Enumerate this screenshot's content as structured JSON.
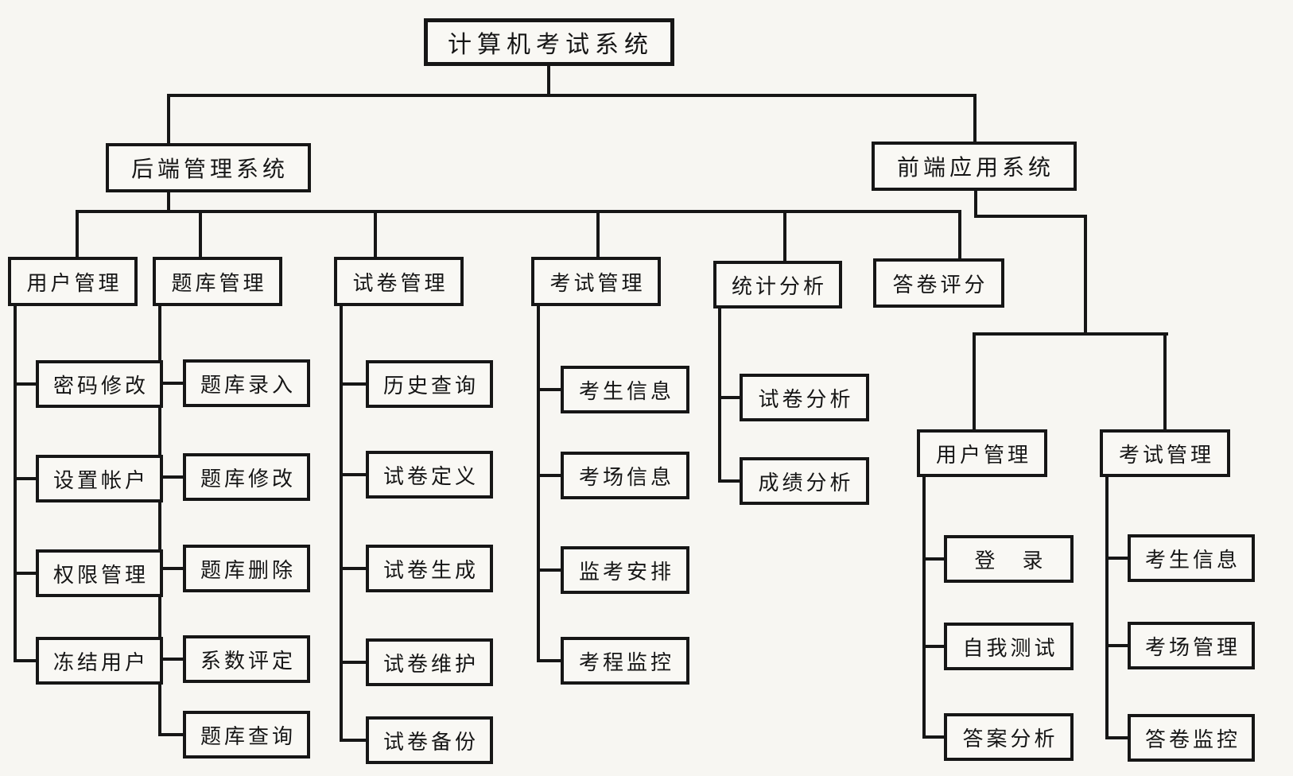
{
  "diagram_title": "计算机考试系统",
  "colors": {
    "line": "#161616",
    "text": "#161616",
    "background": "#f7f6f2",
    "box_fill": "#f9f8f4"
  },
  "tree": {
    "root": {
      "label": "计算机考试系统"
    },
    "backend": {
      "label": "后端管理系统",
      "children": [
        {
          "label": "用户管理",
          "children": [
            {
              "label": "密码修改"
            },
            {
              "label": "设置帐户"
            },
            {
              "label": "权限管理"
            },
            {
              "label": "冻结用户"
            }
          ]
        },
        {
          "label": "题库管理",
          "children": [
            {
              "label": "题库录入"
            },
            {
              "label": "题库修改"
            },
            {
              "label": "题库删除"
            },
            {
              "label": "系数评定"
            },
            {
              "label": "题库查询"
            }
          ]
        },
        {
          "label": "试卷管理",
          "children": [
            {
              "label": "历史查询"
            },
            {
              "label": "试卷定义"
            },
            {
              "label": "试卷生成"
            },
            {
              "label": "试卷维护"
            },
            {
              "label": "试卷备份"
            }
          ]
        },
        {
          "label": "考试管理",
          "children": [
            {
              "label": "考生信息"
            },
            {
              "label": "考场信息"
            },
            {
              "label": "监考安排"
            },
            {
              "label": "考程监控"
            }
          ]
        },
        {
          "label": "统计分析",
          "children": [
            {
              "label": "试卷分析"
            },
            {
              "label": "成绩分析"
            }
          ]
        },
        {
          "label": "答卷评分",
          "children": []
        }
      ]
    },
    "frontend": {
      "label": "前端应用系统",
      "children": [
        {
          "label": "用户管理",
          "children": [
            {
              "label": "登　录"
            },
            {
              "label": "自我测试"
            },
            {
              "label": "答案分析"
            }
          ]
        },
        {
          "label": "考试管理",
          "children": [
            {
              "label": "考生信息"
            },
            {
              "label": "考场管理"
            },
            {
              "label": "答卷监控"
            }
          ]
        }
      ]
    }
  }
}
